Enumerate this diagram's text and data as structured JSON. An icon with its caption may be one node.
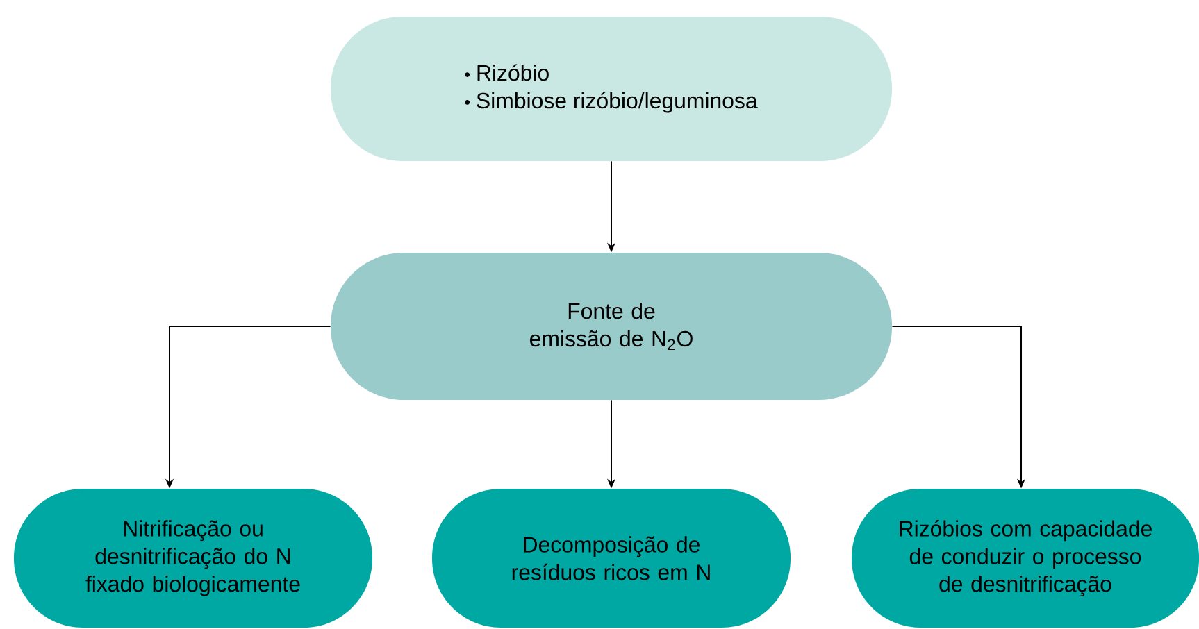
{
  "diagram": {
    "nodes": [
      {
        "text": [
          "Rizóbio",
          "Simbiose rizóbio/leguminosa"
        ]
      },
      {
        "text": [
          "Fonte de emissão de N$_{2}$O"
        ]
      },
      {
        "text": [
          "Nitrificação ou desnitrificação do N fixado biologicamente"
        ]
      },
      {
        "text": [
          "Decomposição de resíduos ricos em N"
        ]
      },
      {
        "text": [
          "Rizóbios com capacidade de conduzir o processo de desnitrificação"
        ]
      }
    ],
    "edges": [
      {
        "from": 0,
        "to": 1,
        "arrow": "to"
      },
      {
        "from": 1,
        "to": 2,
        "arrow": "to"
      },
      {
        "from": 1,
        "to": 3,
        "arrow": "to"
      },
      {
        "from": 1,
        "to": 4,
        "arrow": "to"
      }
    ]
  }
}
